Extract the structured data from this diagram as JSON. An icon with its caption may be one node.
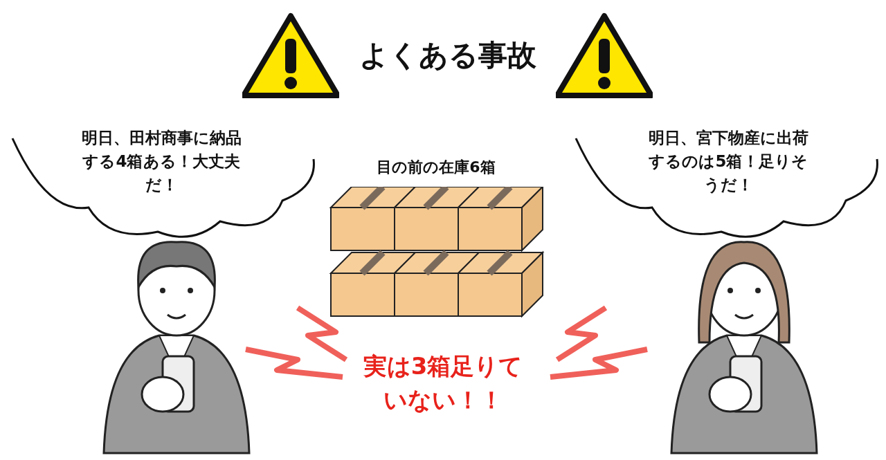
{
  "diagram": {
    "title": "よくある事故",
    "nodes": [
      {
        "text": [
          "明日、田村商事に納品する**4箱**ある！大丈夫だ！"
        ]
      },
      {
        "text": [
          "明日、宮下物産に出荷するのは**5箱**！足りそうだ！"
        ]
      }
    ],
    "labels": [
      "目の前の在庫6箱",
      "実は3箱足りていない！！"
    ]
  }
}
